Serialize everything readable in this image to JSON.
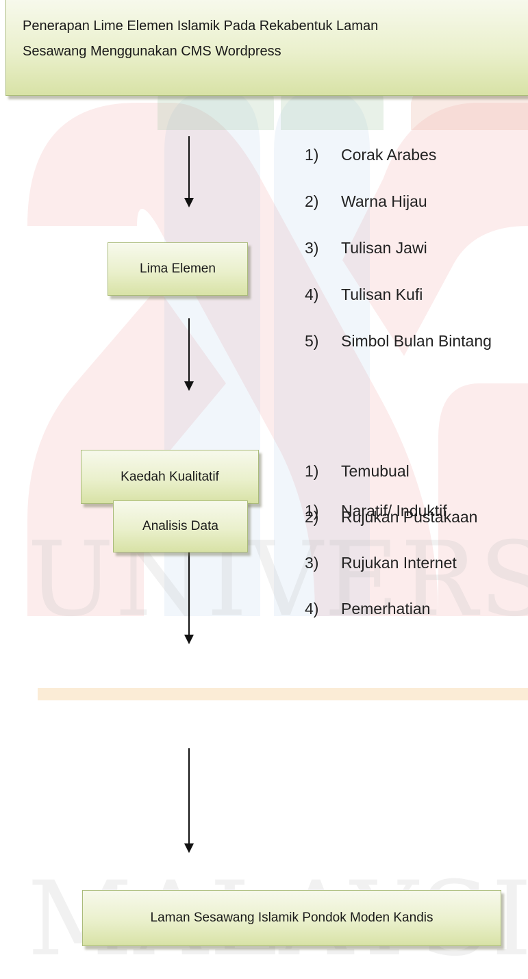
{
  "watermark": {
    "line1": "UNIVERSITI",
    "line2": "MALAYSIA"
  },
  "title": {
    "line1": "Penerapan Lime Elemen Islamik Pada Rekabentuk Laman",
    "line2": "Sesawang Menggunakan CMS Wordpress"
  },
  "nodes": {
    "lima_elemen": "Lima Elemen",
    "kaedah_kualitatif": "Kaedah Kualitatif",
    "analisis_data": "Analisis Data",
    "laman_sesawang": "Laman Sesawang Islamik Pondok Moden Kandis"
  },
  "lists": {
    "elements": [
      {
        "num": "1)",
        "text": "Corak Arabes"
      },
      {
        "num": "2)",
        "text": "Warna Hijau"
      },
      {
        "num": "3)",
        "text": "Tulisan Jawi"
      },
      {
        "num": "4)",
        "text": "Tulisan Kufi"
      },
      {
        "num": "5)",
        "text": "Simbol Bulan Bintang"
      }
    ],
    "methods": [
      {
        "num": "1)",
        "text": "Temubual"
      },
      {
        "num": "2)",
        "text": "Rujukan Pustakaan"
      },
      {
        "num": "3)",
        "text": "Rujukan Internet"
      },
      {
        "num": "4)",
        "text": "Pemerhatian"
      }
    ],
    "analysis": [
      {
        "num": "1)",
        "text": "Naratif/ Induktif"
      }
    ]
  },
  "colors": {
    "box_fill": "#eaf0cc",
    "box_border": "#aabb7a",
    "arrow": "#111111"
  }
}
